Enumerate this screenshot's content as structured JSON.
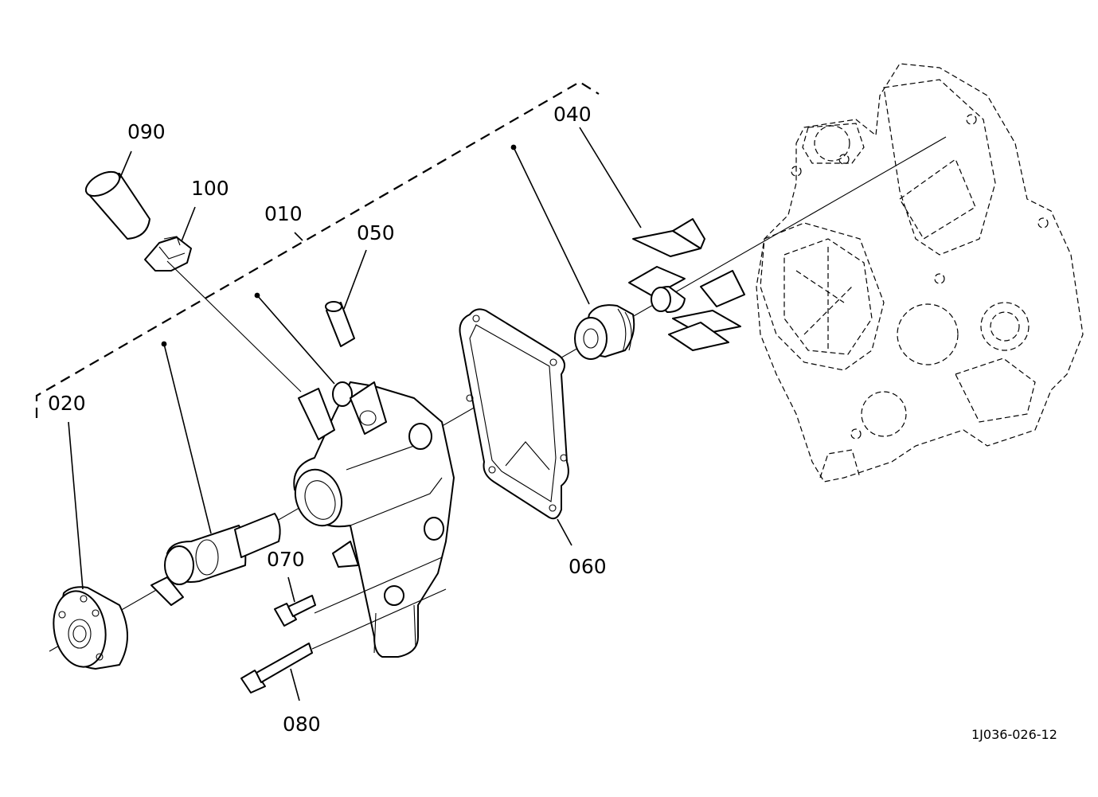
{
  "callouts": {
    "p090": "090",
    "p100": "100",
    "p010": "010",
    "p050": "050",
    "p040": "040",
    "p020": "020",
    "p060": "060",
    "p070": "070",
    "p080": "080"
  },
  "figure_code": "1J036-026-12"
}
